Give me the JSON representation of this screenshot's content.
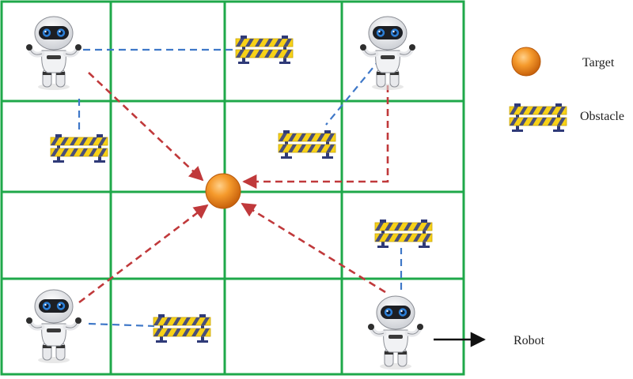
{
  "legend": {
    "target_label": "Target",
    "obstacle_label": "Obstacle"
  },
  "robot_label": "Robot",
  "grid": {
    "rows": 4,
    "cols": 4
  },
  "colors": {
    "grid": "#1fa84a",
    "target": "#f08a1c",
    "path_to_target": "#c0393b",
    "path_to_obstacle": "#3f78c8",
    "obstacle_yellow": "#f7d117",
    "obstacle_stripe": "#4a4f7a",
    "obstacle_post": "#2f3a78",
    "arrow": "#111111"
  },
  "icons": {
    "robot": "robot-icon",
    "obstacle": "barrier-icon",
    "target": "target-ball-icon"
  }
}
